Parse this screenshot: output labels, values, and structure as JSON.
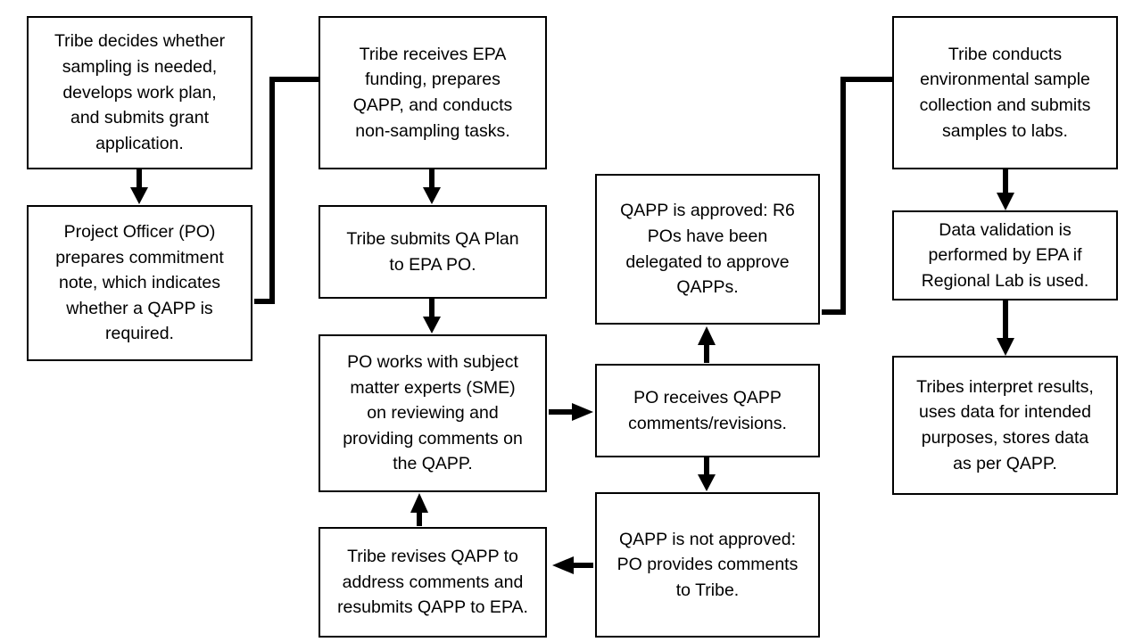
{
  "diagram": {
    "title": "Tribal QAPP review and environmental sampling process flowchart",
    "stroke_color": "#000000",
    "fill_color": "#ffffff",
    "nodes": [
      {
        "id": "tribe-decides",
        "text": "Tribe decides whether\nsampling is needed,\ndevelops work plan,\nand submits grant\napplication."
      },
      {
        "id": "project-officer-note",
        "text": "Project Officer (PO)\nprepares commitment\nnote, which indicates\nwhether a QAPP is\nrequired."
      },
      {
        "id": "tribe-receives-funding",
        "text": "Tribe receives EPA\nfunding, prepares\nQAPP, and conducts\nnon-sampling tasks."
      },
      {
        "id": "tribe-submits-qa-plan",
        "text": "Tribe submits QA Plan\nto EPA PO."
      },
      {
        "id": "po-works-with-sme",
        "text": "PO works with subject\nmatter experts (SME)\non reviewing and\nproviding comments on\nthe QAPP."
      },
      {
        "id": "tribe-revises-qapp",
        "text": "Tribe revises QAPP to\naddress comments and\nresubmits QAPP to EPA."
      },
      {
        "id": "qapp-approved",
        "text": "QAPP is approved: R6\nPOs have been\ndelegated to approve\nQAPPs."
      },
      {
        "id": "po-receives-comments",
        "text": "PO receives QAPP\ncomments/revisions."
      },
      {
        "id": "qapp-not-approved",
        "text": "QAPP is not approved:\nPO provides comments\nto Tribe."
      },
      {
        "id": "tribe-conducts-sampling",
        "text": "Tribe conducts\nenvironmental sample\ncollection and submits\nsamples to labs."
      },
      {
        "id": "data-validation",
        "text": "Data validation is\nperformed by EPA if\nRegional Lab is used."
      },
      {
        "id": "tribes-interpret-results",
        "text": "Tribes interpret results,\nuses data for intended\npurposes, stores data\nas per QAPP."
      }
    ],
    "connectors": [
      {
        "id": "decides-to-po",
        "from": "tribe-decides",
        "to": "project-officer-note",
        "kind": "arrow-down"
      },
      {
        "id": "po-to-receives-funding",
        "from": "project-officer-note",
        "to": "tribe-receives-funding",
        "kind": "elbow-right-up-right"
      },
      {
        "id": "funding-to-submits-qa",
        "from": "tribe-receives-funding",
        "to": "tribe-submits-qa-plan",
        "kind": "arrow-down"
      },
      {
        "id": "submits-qa-to-sme",
        "from": "tribe-submits-qa-plan",
        "to": "po-works-with-sme",
        "kind": "arrow-down"
      },
      {
        "id": "sme-to-po-receives",
        "from": "po-works-with-sme",
        "to": "po-receives-comments",
        "kind": "arrow-right"
      },
      {
        "id": "po-receives-to-approved",
        "from": "po-receives-comments",
        "to": "qapp-approved",
        "kind": "arrow-up"
      },
      {
        "id": "po-receives-to-not-approved",
        "from": "po-receives-comments",
        "to": "qapp-not-approved",
        "kind": "arrow-down"
      },
      {
        "id": "not-approved-to-revises",
        "from": "qapp-not-approved",
        "to": "tribe-revises-qapp",
        "kind": "arrow-left"
      },
      {
        "id": "revises-to-sme",
        "from": "tribe-revises-qapp",
        "to": "po-works-with-sme",
        "kind": "arrow-up"
      },
      {
        "id": "approved-to-conducts",
        "from": "qapp-approved",
        "to": "tribe-conducts-sampling",
        "kind": "elbow-right-up-right"
      },
      {
        "id": "conducts-to-validation",
        "from": "tribe-conducts-sampling",
        "to": "data-validation",
        "kind": "arrow-down"
      },
      {
        "id": "validation-to-interpret",
        "from": "data-validation",
        "to": "tribes-interpret-results",
        "kind": "arrow-down"
      }
    ]
  }
}
